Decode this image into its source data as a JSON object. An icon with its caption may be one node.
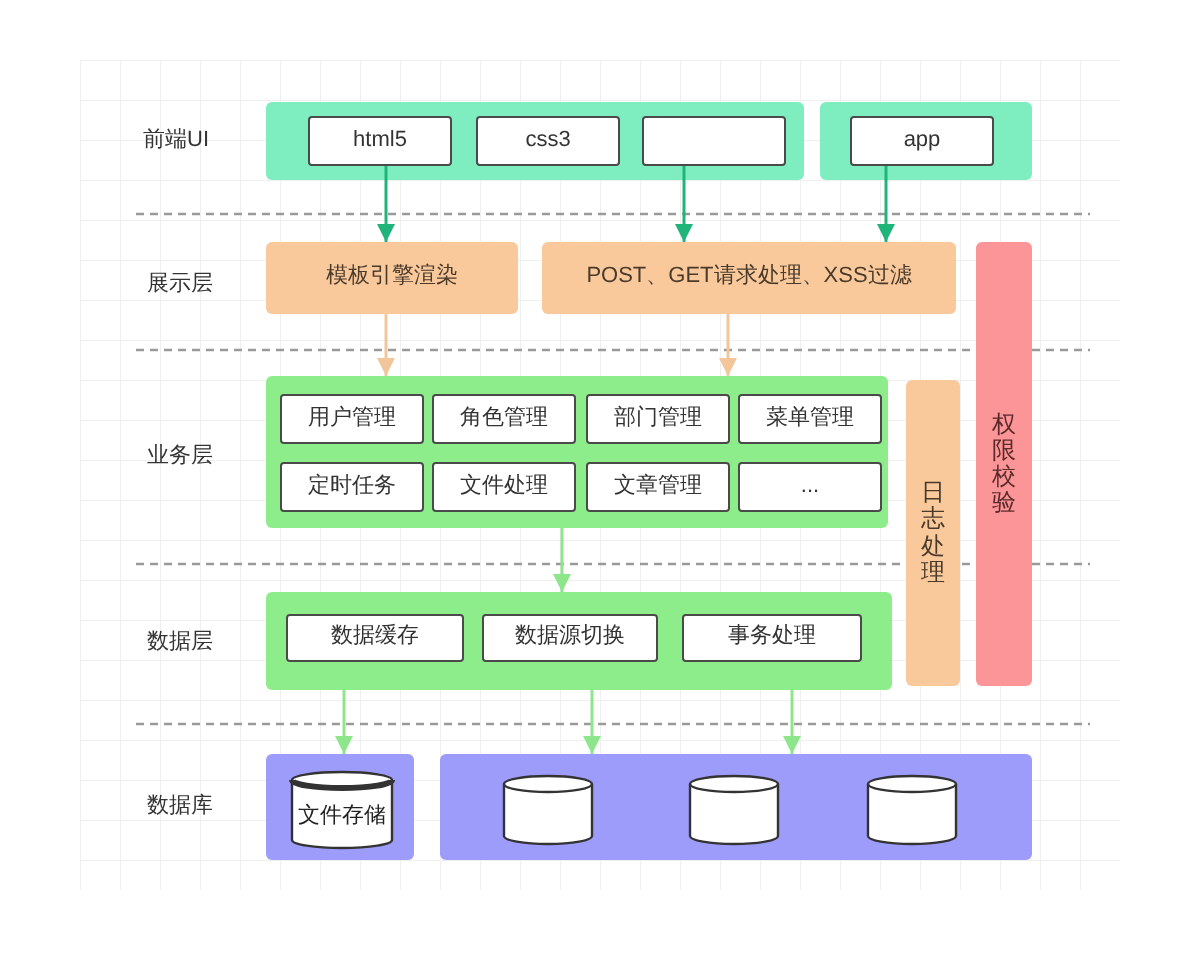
{
  "diagram": {
    "nodes": [
      {
        "text": [],
        "shape": "box"
      },
      {
        "text": [
          "html5"
        ],
        "in": 0
      },
      {
        "text": [
          "css3"
        ],
        "in": 0
      },
      {
        "text": [],
        "shape": "box",
        "in": 0
      },
      {
        "text": [],
        "shape": "box"
      },
      {
        "text": [
          "app"
        ],
        "in": 4
      },
      {
        "text": [
          "模板引擎渲染"
        ]
      },
      {
        "text": [
          "POST、GET请求处理、XSS过滤"
        ]
      },
      {
        "text": [
          "权限校验"
        ]
      },
      {
        "text": [],
        "shape": "box"
      },
      {
        "text": [
          "用户管理"
        ],
        "in": 9
      },
      {
        "text": [
          "角色管理"
        ],
        "in": 9
      },
      {
        "text": [
          "部门管理"
        ],
        "in": 9
      },
      {
        "text": [
          "菜单管理"
        ],
        "in": 9
      },
      {
        "text": [
          "定时任务"
        ],
        "in": 9
      },
      {
        "text": [
          "文件处理"
        ],
        "in": 9
      },
      {
        "text": [
          "文章管理"
        ],
        "in": 9
      },
      {
        "text": [
          "..."
        ],
        "in": 9
      },
      {
        "text": [
          "日志处理"
        ]
      },
      {
        "text": [],
        "shape": "box"
      },
      {
        "text": [
          "数据缓存"
        ],
        "in": 19
      },
      {
        "text": [
          "数据源切换"
        ],
        "in": 19
      },
      {
        "text": [
          "事务处理"
        ],
        "in": 19
      },
      {
        "text": [],
        "shape": "box"
      },
      {
        "text": [
          "文件存储"
        ],
        "in": 23
      },
      {
        "text": [],
        "shape": "box"
      },
      {
        "text": [],
        "shape": "cylinder",
        "in": 25
      },
      {
        "text": [],
        "shape": "cylinder",
        "in": 25
      },
      {
        "text": [],
        "shape": "cylinder",
        "in": 25
      }
    ],
    "edges": [
      {
        "from": 1,
        "to": 6,
        "arrow": "to",
        "color": "#1fb57a"
      },
      {
        "from": 3,
        "to": 7,
        "arrow": "to",
        "color": "#1fb57a"
      },
      {
        "from": 5,
        "to": 7,
        "arrow": "to",
        "color": "#1fb57a"
      },
      {
        "from": 6,
        "to": 9,
        "arrow": "to",
        "color": "#f2c69a"
      },
      {
        "from": 7,
        "to": 9,
        "arrow": "to",
        "color": "#f2c69a"
      },
      {
        "from": 9,
        "to": 19,
        "arrow": "to"
      },
      {
        "from": 19,
        "to": 23,
        "arrow": "to"
      },
      {
        "from": 19,
        "to": 25,
        "arrow": "to"
      },
      {
        "from": 19,
        "to": 25,
        "arrow": "to"
      }
    ],
    "labels": [
      "前端UI",
      "展示层",
      "业务层",
      "数据层",
      "数据库"
    ]
  }
}
